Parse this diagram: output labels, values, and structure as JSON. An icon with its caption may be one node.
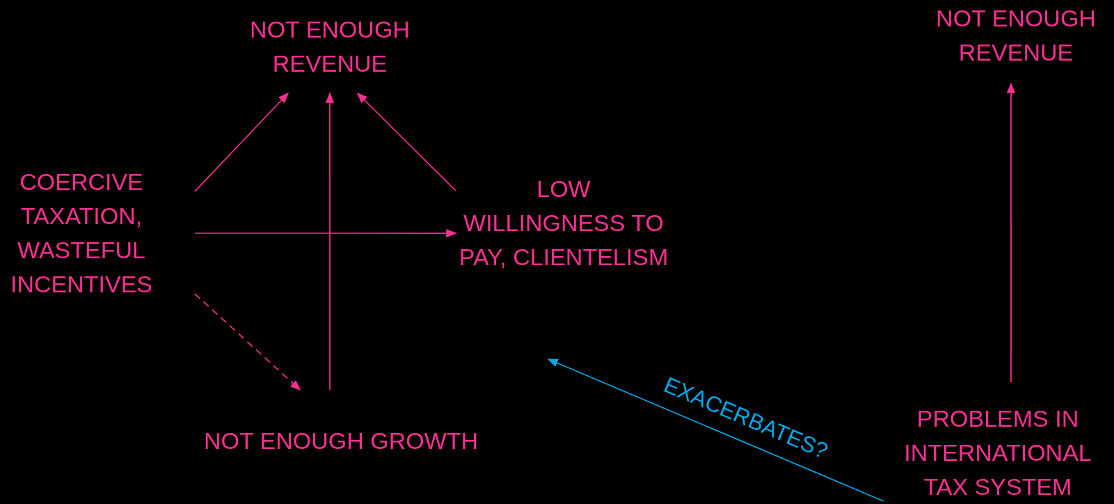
{
  "diagram": {
    "nodes": [
      {
        "text": [
          "NOT ENOUGH REVENUE"
        ]
      },
      {
        "text": [
          "COERCIVE TAXATION, WASTEFUL INCENTIVES"
        ]
      },
      {
        "text": [
          "LOW WILLINGNESS TO PAY, CLIENTELISM"
        ]
      },
      {
        "text": [
          "NOT ENOUGH GROWTH"
        ]
      },
      {
        "text": [
          "NOT ENOUGH REVENUE"
        ]
      },
      {
        "text": [
          "PROBLEMS IN INTERNATIONAL TAX SYSTEM"
        ]
      }
    ],
    "edges": [
      {
        "from": 1,
        "to": 0,
        "arrow": "to"
      },
      {
        "from": 3,
        "to": 0,
        "arrow": "to"
      },
      {
        "from": 2,
        "to": 0,
        "arrow": "to"
      },
      {
        "from": 1,
        "to": 2,
        "arrow": "to"
      },
      {
        "from": 1,
        "to": 3,
        "arrow": "to",
        "style": "dashed"
      },
      {
        "from": 5,
        "to": 4,
        "arrow": "to"
      },
      {
        "from": 5,
        "to": null,
        "arrow": "to",
        "label": "EXACERBATES?",
        "color": "#00a8e8"
      }
    ]
  }
}
